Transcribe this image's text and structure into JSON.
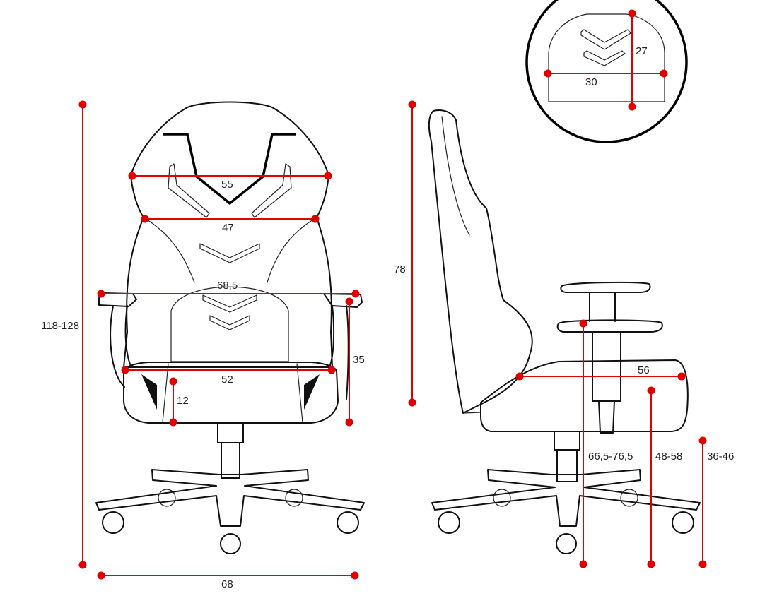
{
  "colors": {
    "dimension": "#e00000",
    "outline": "#111111",
    "background": "#ffffff"
  },
  "labels": {
    "total_height": "118-128",
    "headrest_width": "55",
    "backrest_upper_width": "47",
    "armrest_span": "68,5",
    "seat_width": "52",
    "seat_cushion_height": "12",
    "armrest_height": "35",
    "base_width": "68",
    "backrest_height": "78",
    "seat_depth": "56",
    "armrest_floor_height": "66,5-76,5",
    "seat_floor_height": "48-58",
    "base_to_seat_height": "36-46",
    "pillow_width": "30",
    "pillow_height": "27"
  }
}
